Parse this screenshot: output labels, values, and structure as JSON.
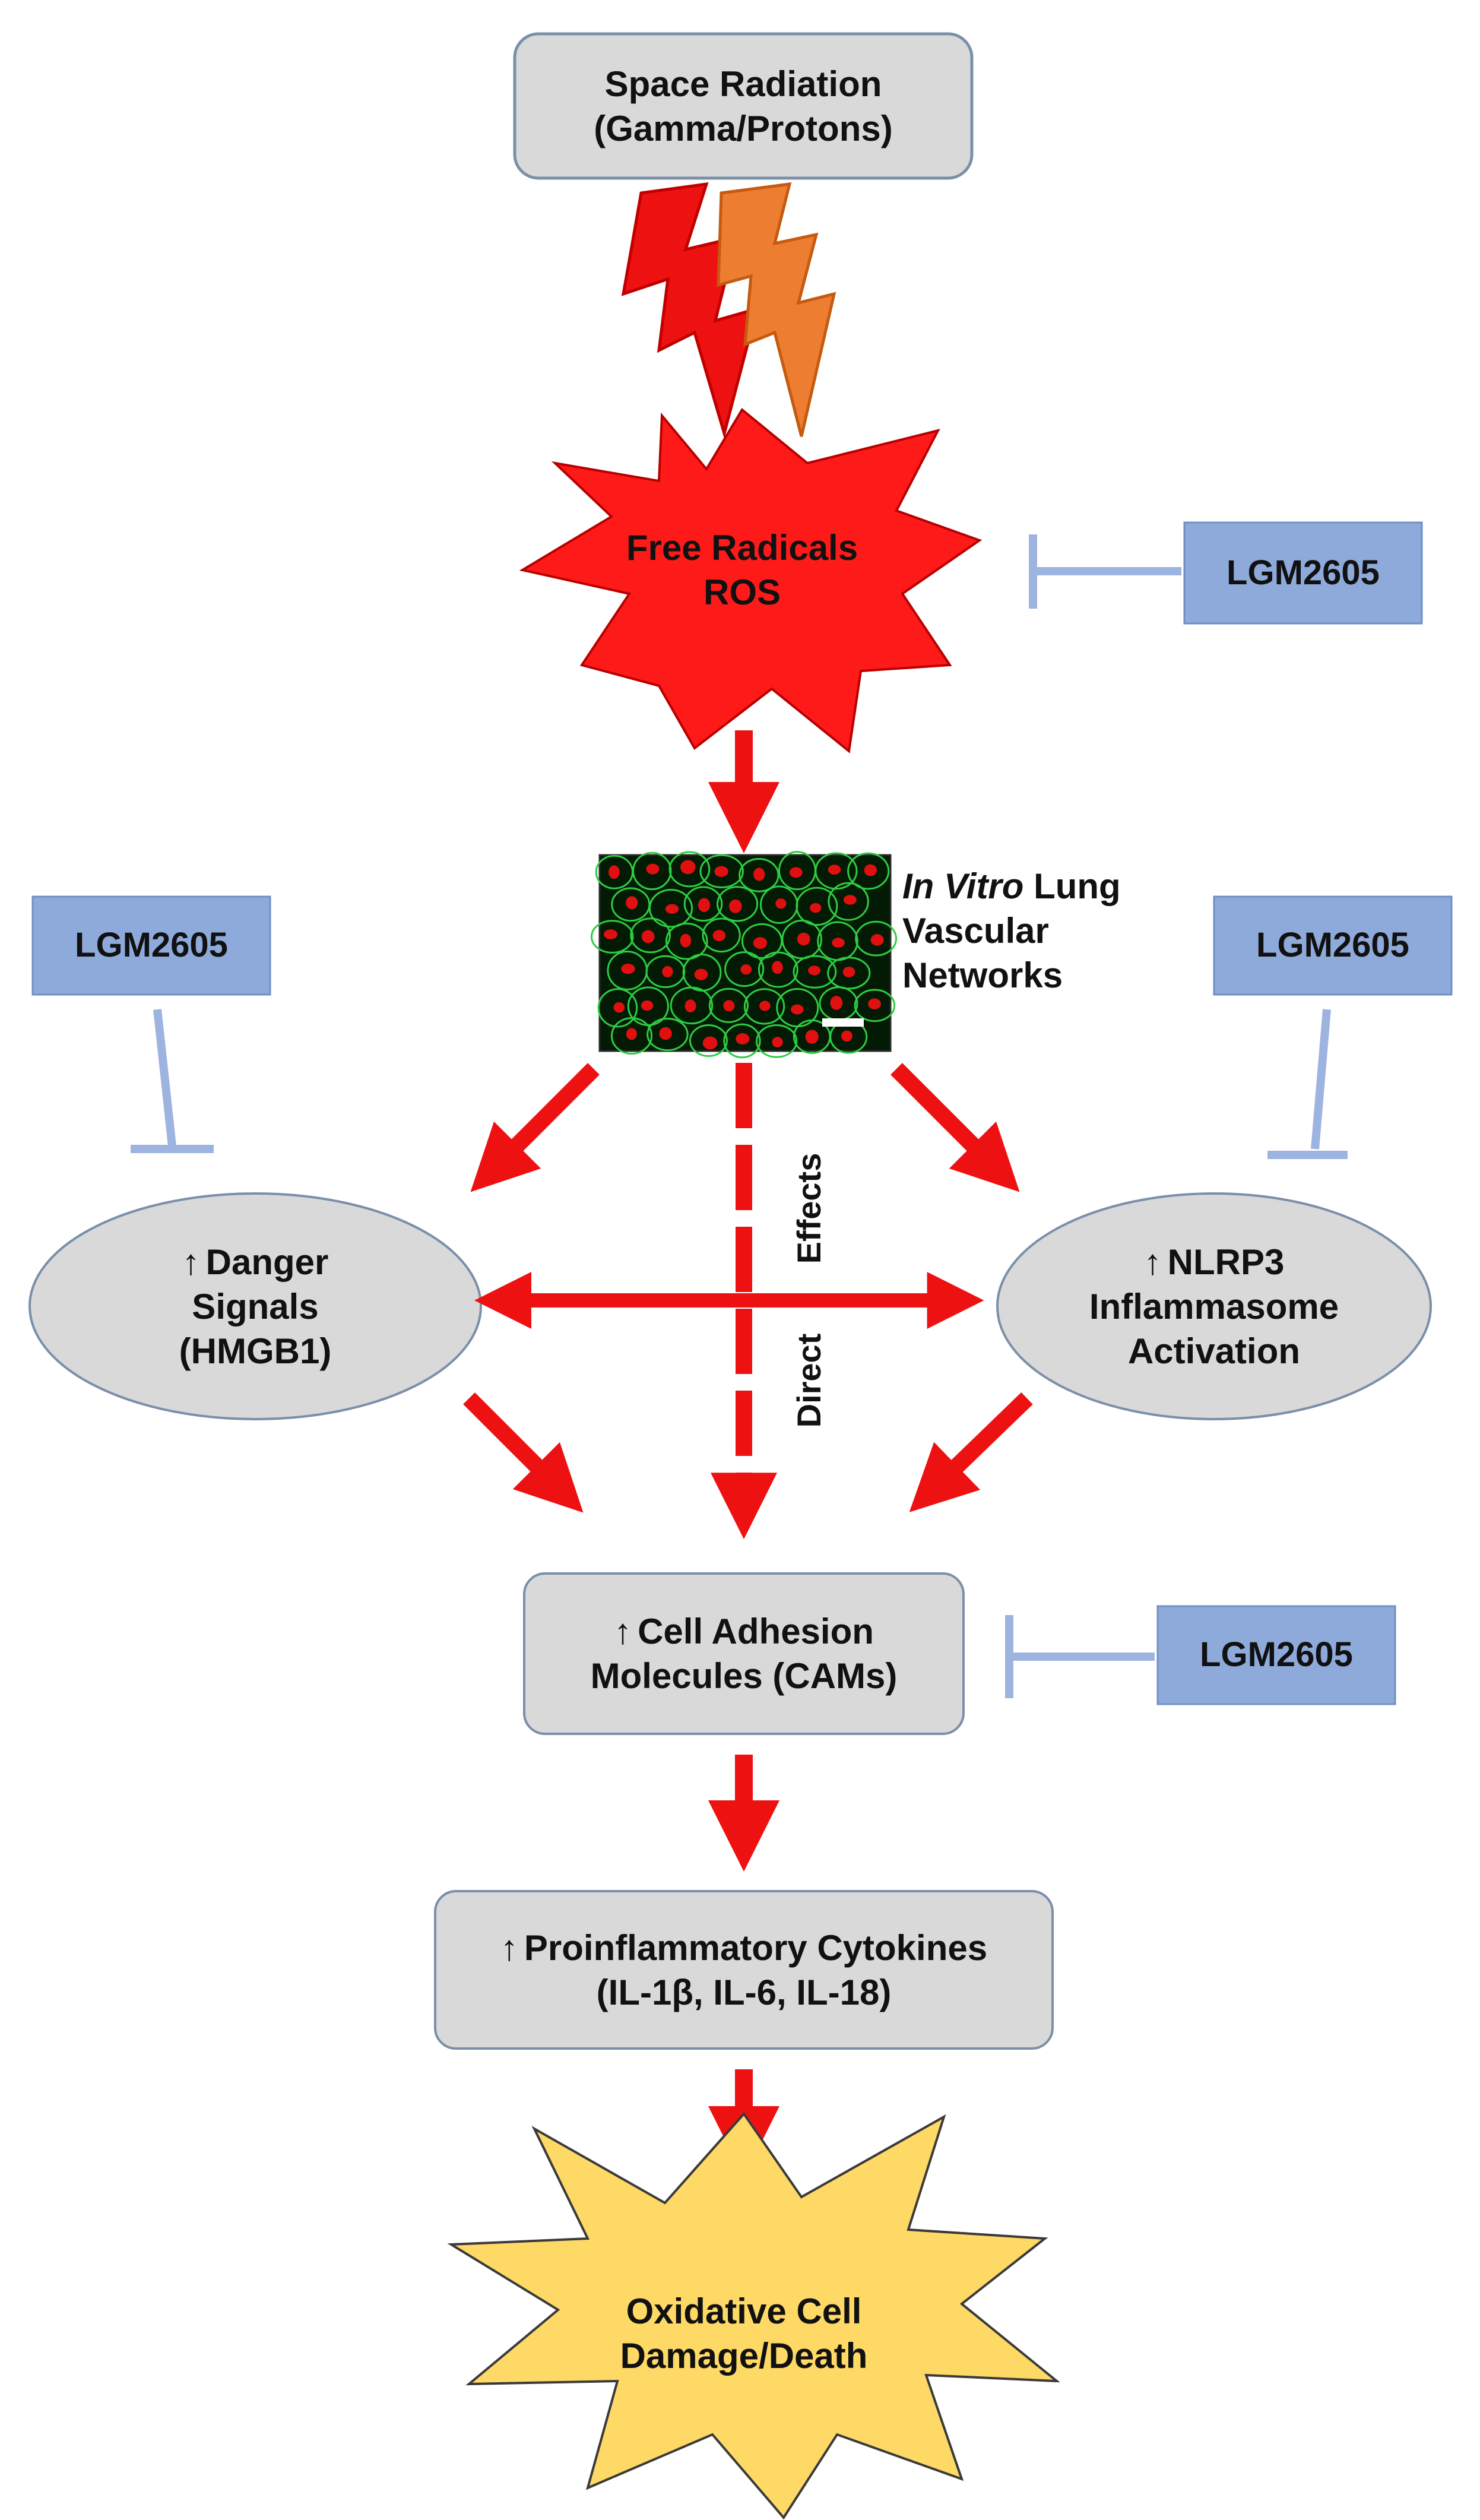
{
  "nodes": {
    "space_radiation": {
      "line1": "Space Radiation",
      "line2": "(Gamma/Protons)"
    },
    "free_radicals": {
      "line1": "Free Radicals",
      "line2": "ROS"
    },
    "lung_networks": {
      "italic": "In Vitro",
      "line1_rest": " Lung",
      "line2": "Vascular",
      "line3": "Networks"
    },
    "danger_signals": {
      "arrow": "↑",
      "line1": "Danger",
      "line2": "Signals",
      "line3": "(HMGB1)"
    },
    "nlrp3": {
      "arrow": "↑",
      "line1": "NLRP3",
      "line2": "Inflammasome",
      "line3": "Activation"
    },
    "cams": {
      "arrow": "↑",
      "line1": "Cell Adhesion",
      "line2": "Molecules (CAMs)"
    },
    "cytokines": {
      "arrow": "↑",
      "line1": "Proinflammatory Cytokines",
      "line2": "(IL-1β, IL-6, IL-18)"
    },
    "damage": {
      "line1": "Oxidative Cell",
      "line2": "Damage/Death"
    }
  },
  "inhibitors": {
    "ros": "LGM2605",
    "danger": "LGM2605",
    "nlrp3": "LGM2605",
    "cams": "LGM2605"
  },
  "edge_labels": {
    "effects": "Effects",
    "direct": "Direct"
  },
  "colors": {
    "arrow": "#ee1111",
    "inhibitor_line": "#9db4e0",
    "inhibitor_box": "#8eaadb",
    "gray_node": "#d9d9d9",
    "ros_burst": "#ff1a1a",
    "damage_burst": "#ffd966",
    "bolt_red": "#ee1111",
    "bolt_orange": "#ed7d31",
    "cell_green": "#2ecc40",
    "cell_red": "#e01010"
  }
}
